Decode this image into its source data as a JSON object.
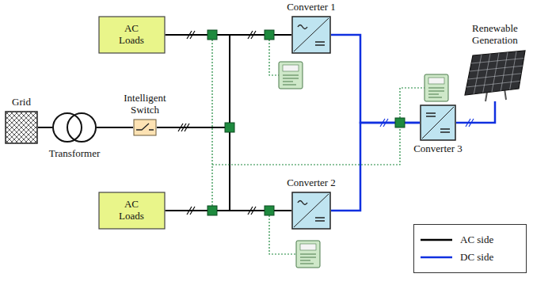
{
  "diagram": {
    "nodes": [
      {
        "text": [
          "Grid"
        ]
      },
      {
        "text": [
          "Transformer"
        ]
      },
      {
        "text": [
          "Intelligent Switch"
        ]
      },
      {
        "text": [
          "AC Loads"
        ]
      },
      {
        "text": [
          "Converter 1"
        ]
      },
      {
        "text": [
          "AC Loads"
        ]
      },
      {
        "text": [
          "Converter 2"
        ]
      },
      {
        "text": [
          "Converter 3"
        ]
      },
      {
        "text": [
          "Renewable Generation"
        ]
      }
    ],
    "edges": [
      {
        "from": 0,
        "to": 1,
        "arrow": "none"
      },
      {
        "from": 1,
        "to": 2,
        "arrow": "none"
      },
      {
        "from": 2,
        "to": 3,
        "arrow": "none"
      },
      {
        "from": 2,
        "to": 4,
        "arrow": "none"
      },
      {
        "from": 2,
        "to": 5,
        "arrow": "none"
      },
      {
        "from": 2,
        "to": 6,
        "arrow": "none"
      },
      {
        "from": 4,
        "to": 7,
        "arrow": "none"
      },
      {
        "from": 6,
        "to": 7,
        "arrow": "none"
      },
      {
        "from": 7,
        "to": 8,
        "arrow": "none"
      }
    ],
    "legend": [
      {
        "text": "AC side"
      },
      {
        "text": "DC side"
      }
    ]
  }
}
